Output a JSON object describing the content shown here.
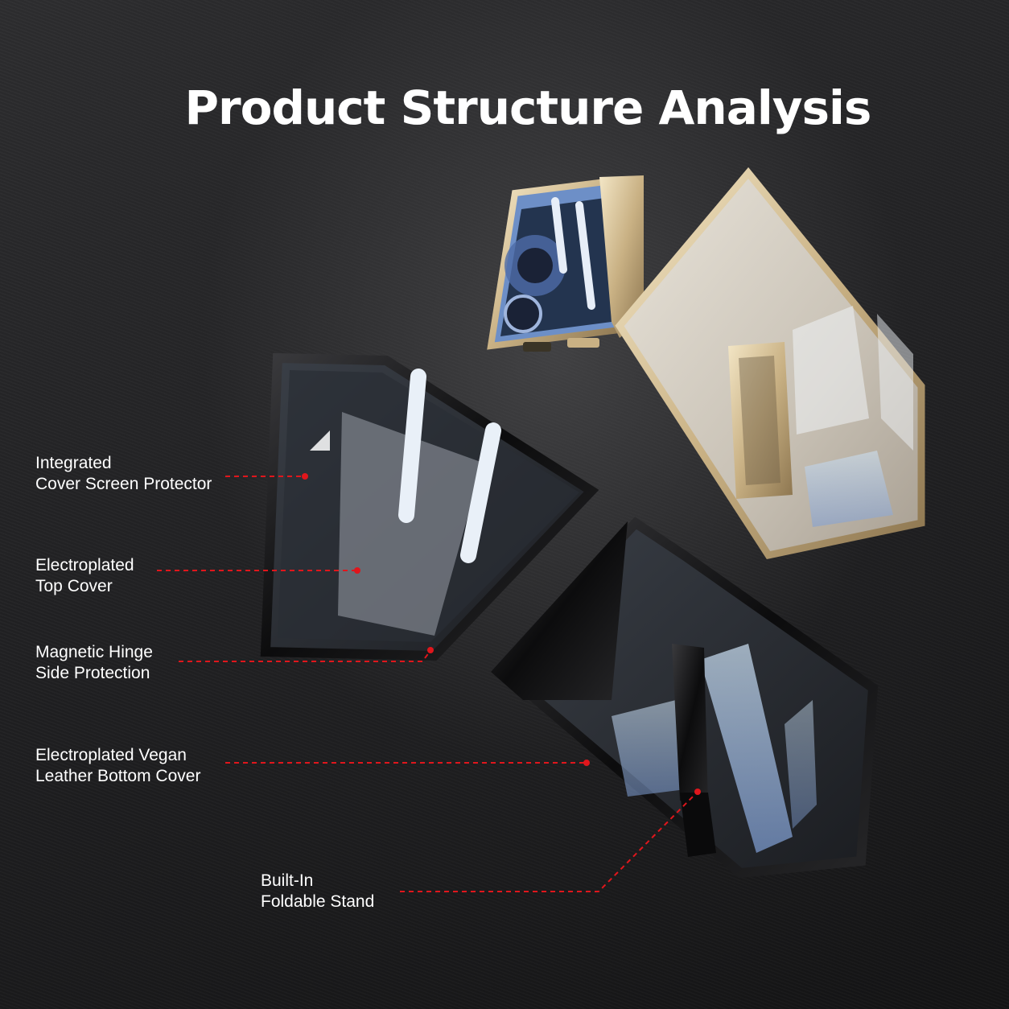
{
  "title": "Product Structure Analysis",
  "callouts": [
    {
      "line1": "Integrated",
      "line2": "Cover Screen Protector"
    },
    {
      "line1": "Electroplated",
      "line2": "Top Cover"
    },
    {
      "line1": "Magnetic Hinge",
      "line2": "Side Protection"
    },
    {
      "line1": "Electroplated Vegan",
      "line2": "Leather Bottom Cover"
    },
    {
      "line1": "Built-In",
      "line2": "Foldable Stand"
    }
  ],
  "colors": {
    "callout_line": "#e0161c",
    "gold": "#d9c7a0",
    "black_frame": "#0d0d0e"
  }
}
